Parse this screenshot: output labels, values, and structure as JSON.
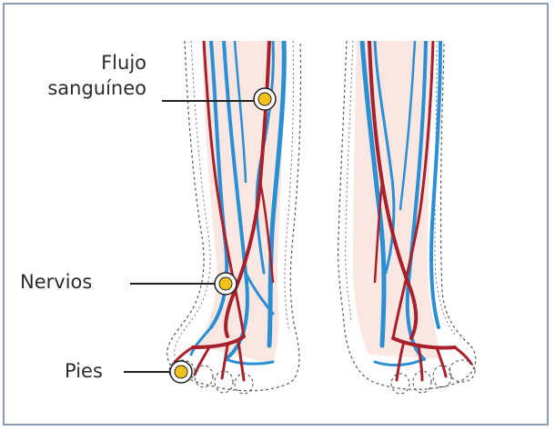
{
  "labels": {
    "blood_flow_line1": "Flujo",
    "blood_flow_line2": "sanguíneo",
    "nerves": "Nervios",
    "feet": "Pies"
  },
  "colors": {
    "frame_border": "#8a9db4",
    "vein_blue": "#2b8fd6",
    "artery_red": "#a8202b",
    "skin_tint": "#f6c9bc",
    "marker_fill": "#f2c21b",
    "outline": "#444444"
  }
}
